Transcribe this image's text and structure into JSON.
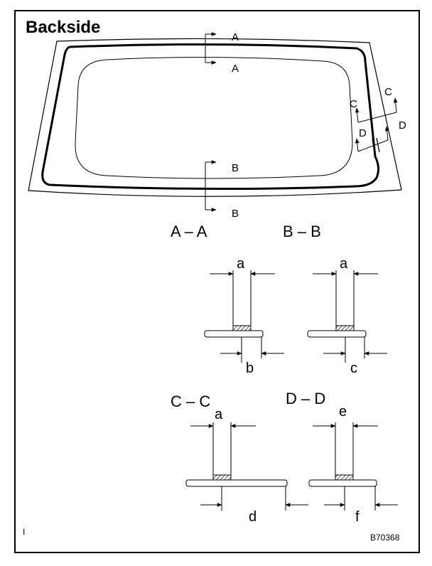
{
  "title": "Backside",
  "figure_code": "B70368",
  "corner_mark": "I",
  "cut_markers": {
    "a": "A",
    "b": "B",
    "c": "C",
    "d": "D"
  },
  "sections": {
    "aa": {
      "title": "A – A",
      "top_dim": "a",
      "bottom_dim": "b"
    },
    "bb": {
      "title": "B – B",
      "top_dim": "a",
      "bottom_dim": "c"
    },
    "cc": {
      "title": "C – C",
      "top_dim": "a",
      "bottom_dim": "d"
    },
    "dd": {
      "title": "D – D",
      "top_dim": "e",
      "bottom_dim": "f"
    }
  }
}
